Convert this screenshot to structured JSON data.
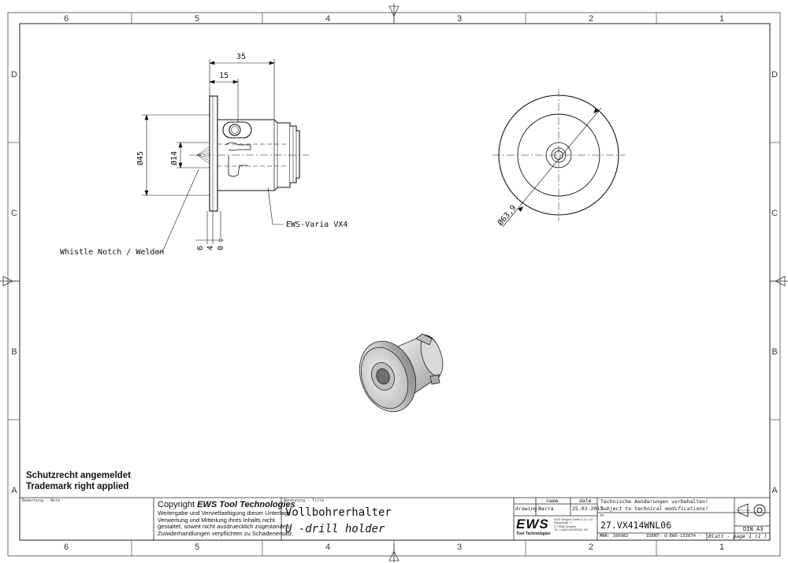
{
  "grid": {
    "columns": [
      "6",
      "5",
      "4",
      "3",
      "2",
      "1"
    ],
    "rows": [
      "D",
      "C",
      "B",
      "A"
    ]
  },
  "dimensions": {
    "length_35": "35",
    "length_15": "15",
    "dia_45": "Ø45",
    "dia_14": "Ø14",
    "dia_63_9": "Ø63,9",
    "offset_6": "6",
    "offset_4": "4",
    "offset_0": "0"
  },
  "callouts": {
    "ews_varia": "EWS-Varia VX4",
    "whistle_notch": "Whistle Notch / Weldon"
  },
  "rights": {
    "line1": "Schutzrecht angemeldet",
    "line2": "Trademark right applied"
  },
  "title_block": {
    "note_label": "Bemerkung - Note",
    "copyright_prefix": "Copyright",
    "copyright_brand": "EWS Tool Technologies",
    "copyright_lines": [
      "Weitergabe und Vervielfaeltigung dieser Unterlage,",
      "Verwertung und Mitteilung ihres Inhalts nicht",
      "gestattet, soweit nicht ausdruecklich zugestanden.",
      "Zuwiderhandlungen verpflichten zu Schadenersatz."
    ],
    "title_label": "Benennung - Title",
    "title_de": "Vollbohrerhalter",
    "title_en": "U -drill holder",
    "col_name": "name",
    "col_date": "date",
    "row_label": "drawing",
    "drawn_by": "Barra",
    "drawn_date": "25.03.2013",
    "logo_text": "EWS",
    "logo_sub": "Tool Technologies",
    "company_lines": [
      "EWS Weigele GmbH & Co. KG",
      "Maybachstr. 1",
      "D-73066 Uhingen",
      "Tel. +49(0)7161/93040-700"
    ],
    "notice_de": "Technische Aenderungen vorbehalten!",
    "notice_en": "Subject to technical modifications!",
    "nr_label": "Nr",
    "part_number": "27.VX414WNL06",
    "mnr": "MNR: 160982",
    "ident": "IDENT: O-EWS-133874 -",
    "sheet_label": "Blatt - page",
    "sheet_value": "1 (1 )",
    "format": "DIN A3"
  }
}
